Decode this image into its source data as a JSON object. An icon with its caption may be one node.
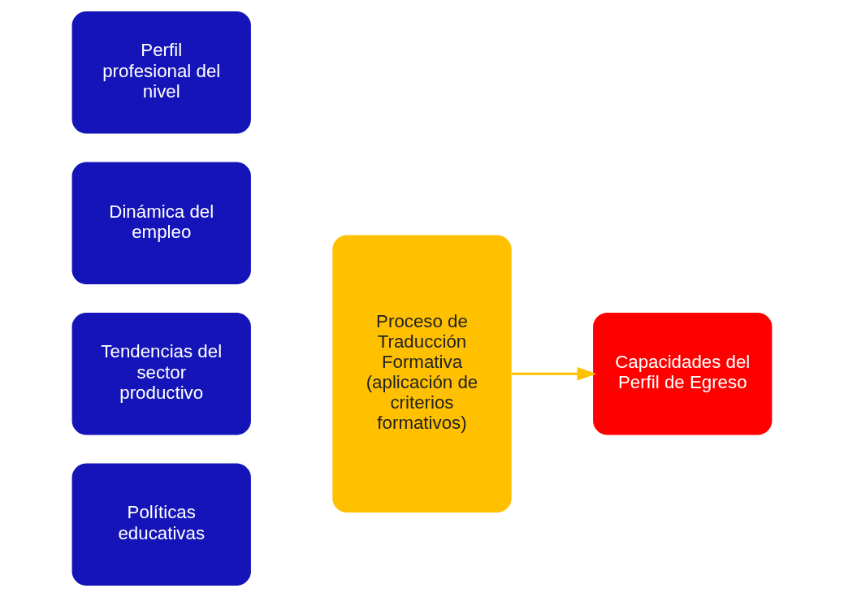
{
  "diagram": {
    "nodes": [
      {
        "text": [
          "Perfil profesional del nivel"
        ]
      },
      {
        "text": [
          "Dinámica del empleo"
        ]
      },
      {
        "text": [
          "Tendencias del sector productivo"
        ]
      },
      {
        "text": [
          "Políticas educativas"
        ]
      },
      {
        "text": [
          "Proceso de Traducción Formativa (aplicación de criterios formativos)"
        ]
      },
      {
        "text": [
          "Capacidades del Perfil de Egreso"
        ]
      }
    ],
    "edges": [
      {
        "from": 4,
        "to": 5,
        "arrow": "to",
        "color": "#ffc000"
      }
    ]
  }
}
